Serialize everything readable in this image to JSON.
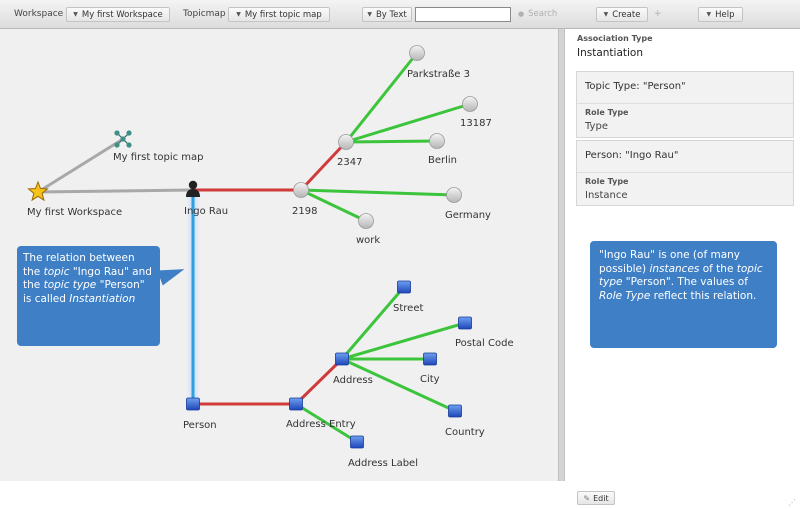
{
  "toolbar": {
    "workspace_label": "Workspace",
    "workspace_value": "My first Workspace",
    "topicmap_label": "Topicmap",
    "topicmap_value": "My first topic map",
    "search_mode": "By Text",
    "search_value": "",
    "search_button": "Search",
    "create_label": "Create",
    "help_label": "Help"
  },
  "graph": {
    "nodes": [
      {
        "id": "workspace",
        "label": "My first Workspace",
        "icon": "star-icon"
      },
      {
        "id": "topicmap",
        "label": "My first topic map",
        "icon": "topicmap-icon"
      },
      {
        "id": "ingo",
        "label": "Ingo Rau",
        "icon": "person-icon"
      },
      {
        "id": "n2198",
        "label": "2198",
        "icon": "grey-circle-icon"
      },
      {
        "id": "n2347",
        "label": "2347",
        "icon": "grey-circle-icon"
      },
      {
        "id": "park",
        "label": "Parkstraße 3",
        "icon": "grey-circle-icon"
      },
      {
        "id": "n13187",
        "label": "13187",
        "icon": "grey-circle-icon"
      },
      {
        "id": "berlin",
        "label": "Berlin",
        "icon": "grey-circle-icon"
      },
      {
        "id": "germany",
        "label": "Germany",
        "icon": "grey-circle-icon"
      },
      {
        "id": "work",
        "label": "work",
        "icon": "grey-circle-icon"
      },
      {
        "id": "person",
        "label": "Person",
        "icon": "blue-square-icon"
      },
      {
        "id": "addrentry",
        "label": "Address Entry",
        "icon": "blue-square-icon"
      },
      {
        "id": "address",
        "label": "Address",
        "icon": "blue-square-icon"
      },
      {
        "id": "street",
        "label": "Street",
        "icon": "blue-square-icon"
      },
      {
        "id": "postal",
        "label": "Postal Code",
        "icon": "blue-square-icon"
      },
      {
        "id": "city",
        "label": "City",
        "icon": "blue-square-icon"
      },
      {
        "id": "country",
        "label": "Country",
        "icon": "blue-square-icon"
      },
      {
        "id": "addrlabel",
        "label": "Address Label",
        "icon": "blue-square-icon"
      }
    ],
    "edges": [
      {
        "from": "workspace",
        "to": "topicmap",
        "color": "#a8a8a8"
      },
      {
        "from": "workspace",
        "to": "ingo",
        "color": "#a8a8a8"
      },
      {
        "from": "ingo",
        "to": "n2198",
        "color": "#d03a3a"
      },
      {
        "from": "n2198",
        "to": "n2347",
        "color": "#d03a3a"
      },
      {
        "from": "n2198",
        "to": "work",
        "color": "#3cc43c"
      },
      {
        "from": "n2198",
        "to": "germany",
        "color": "#3cc43c"
      },
      {
        "from": "n2347",
        "to": "park",
        "color": "#3cc43c"
      },
      {
        "from": "n2347",
        "to": "n13187",
        "color": "#3cc43c"
      },
      {
        "from": "n2347",
        "to": "berlin",
        "color": "#3cc43c"
      },
      {
        "from": "ingo",
        "to": "person",
        "color": "#2f9fe0",
        "selected": true
      },
      {
        "from": "person",
        "to": "addrentry",
        "color": "#d03a3a"
      },
      {
        "from": "addrentry",
        "to": "address",
        "color": "#d03a3a"
      },
      {
        "from": "addrentry",
        "to": "addrlabel",
        "color": "#3cc43c"
      },
      {
        "from": "address",
        "to": "street",
        "color": "#3cc43c"
      },
      {
        "from": "address",
        "to": "postal",
        "color": "#3cc43c"
      },
      {
        "from": "address",
        "to": "city",
        "color": "#3cc43c"
      },
      {
        "from": "address",
        "to": "country",
        "color": "#3cc43c"
      }
    ]
  },
  "callouts": {
    "left": {
      "p1": "The relation between the ",
      "i1": "topic",
      "p2": " \"Ingo Rau\" and the ",
      "i2": "topic type",
      "p3": " \"Person\" is called ",
      "i3": "Instantiation"
    },
    "right": {
      "p1": "\"Ingo Rau\" is one (of many possible) ",
      "i1": "instances",
      "p2": " of the ",
      "i2": "topic type",
      "p3": " \"Person\". The values of ",
      "i3": "Role Type",
      "p4": " reflect this relation."
    }
  },
  "detail_panel": {
    "association_type_label": "Association Type",
    "association_type_value": "Instantiation",
    "roles": [
      {
        "player": "Topic Type: \"Person\"",
        "role_type_label": "Role Type",
        "role_type_value": "Type"
      },
      {
        "player": "Person: \"Ingo Rau\"",
        "role_type_label": "Role Type",
        "role_type_value": "Instance"
      }
    ],
    "edit_label": "Edit"
  },
  "colors": {
    "accent_callout": "#3e7fc6",
    "edge_red": "#d03a3a",
    "edge_green": "#3cc43c",
    "edge_selected": "#2f9fe0"
  }
}
